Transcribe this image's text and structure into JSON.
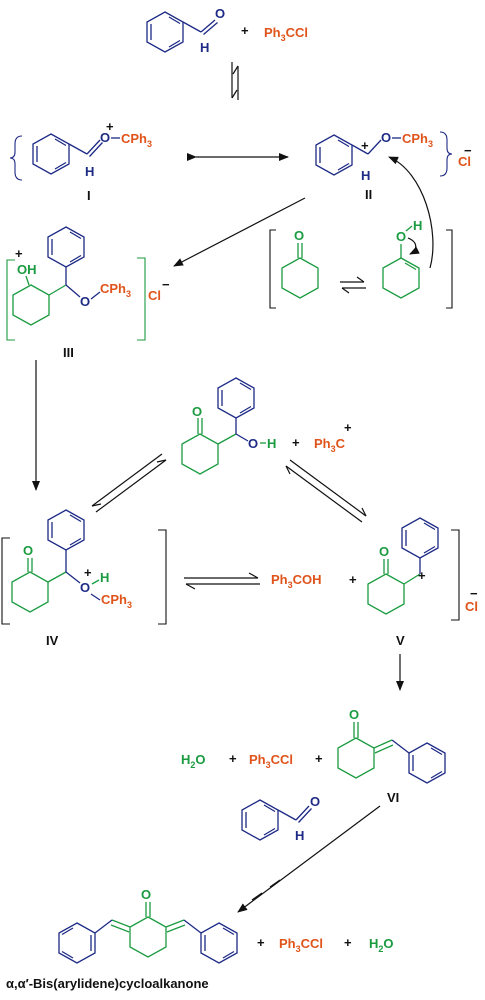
{
  "colors": {
    "reagent": "#e0531b",
    "ketone": "#1a9b40",
    "aldehyde": "#1d2a86",
    "arrows": "#111111"
  },
  "reagents": {
    "tritylChloride": "Ph3CCl",
    "tritylCation": "Ph3C",
    "tritylPrefix": "Ph",
    "tritylSub": "3",
    "tritylSuffixC": "C",
    "tritylSuffixCl": "CCl",
    "tritylSuffixOH": "COH",
    "cPh3Prefix": "CPh",
    "cPh3Sub": "3",
    "water": "H2O",
    "plus": "+"
  },
  "atoms": {
    "O": "O",
    "H": "H",
    "OH": "OH",
    "Cl": "Cl",
    "chargePlus": "+",
    "chargeMinus": "−"
  },
  "labels": {
    "I": "I",
    "II": "II",
    "III": "III",
    "IV": "IV",
    "V": "V",
    "VI": "VI"
  },
  "product": {
    "name": "α,α′-Bis(arylidene)cycloalkanone"
  }
}
